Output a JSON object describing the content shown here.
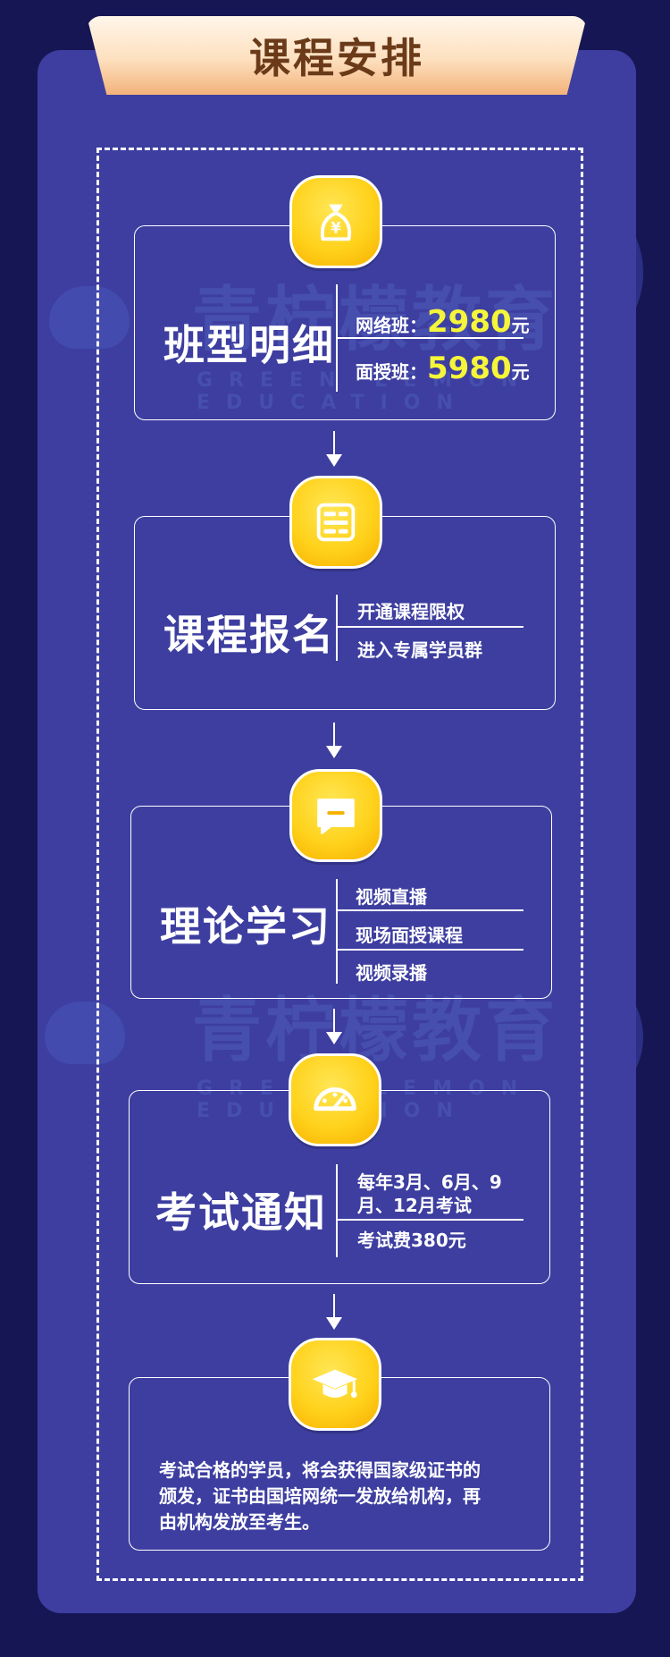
{
  "header": {
    "title": "课程安排"
  },
  "watermark": {
    "brand": "青柠檬教育",
    "tagline": "GREEN LEMON EDUCATION"
  },
  "steps": [
    {
      "label": "班型明细",
      "icon": "money-bag-icon",
      "rows": [
        {
          "label": "网络班：",
          "price": "2980",
          "unit": "元"
        },
        {
          "label": "面授班：",
          "price": "5980",
          "unit": "元"
        }
      ]
    },
    {
      "label": "课程报名",
      "icon": "list-icon",
      "items": [
        "开通课程限权",
        "进入专属学员群"
      ]
    },
    {
      "label": "理论学习",
      "icon": "chat-bubble-icon",
      "items": [
        "视频直播",
        "现场面授课程",
        "视频录播"
      ]
    },
    {
      "label": "考试通知",
      "icon": "speedometer-icon",
      "items": [
        "每年3月、6月、9",
        "月、12月考试",
        "考试费380元"
      ]
    },
    {
      "icon": "graduation-cap-icon",
      "lines": [
        "考试合格的学员，将会获得国家级证书的",
        "颁发，证书由国培网统一发放给机构，再",
        "由机构发放至考生。"
      ]
    }
  ],
  "colors": {
    "background": "#161654",
    "panel": "#3d3ea0",
    "badge": "#ffd21c",
    "price": "#f5f53a",
    "title_text": "#6b3a19"
  }
}
